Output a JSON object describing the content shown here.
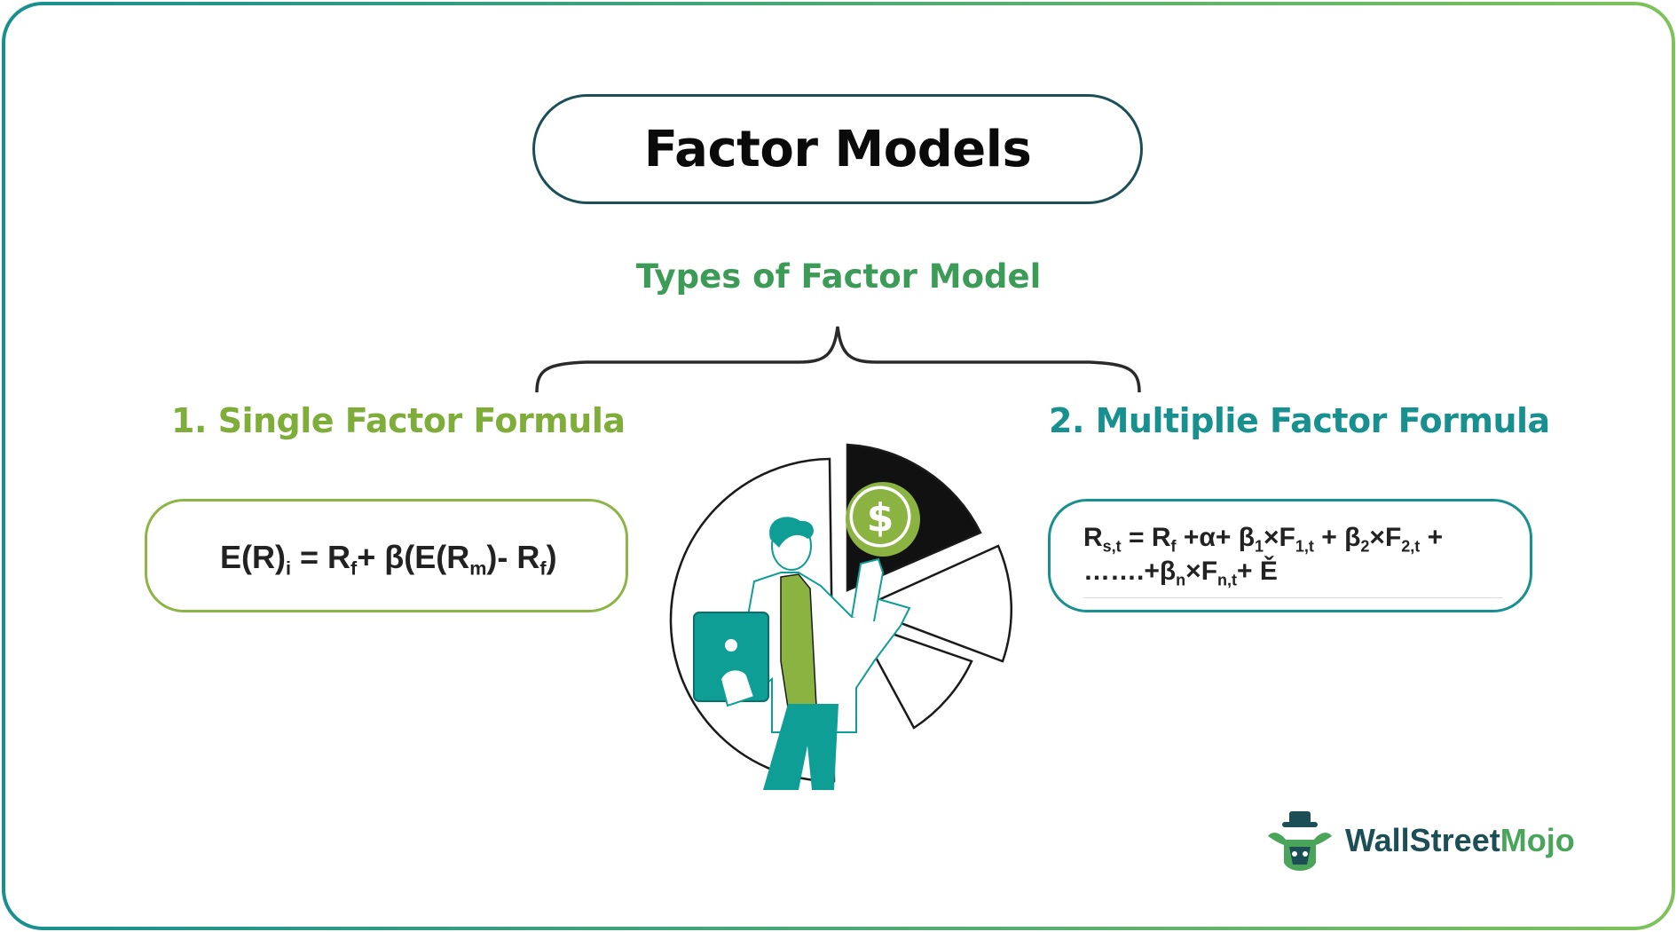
{
  "title": "Factor Models",
  "subtitle": "Types of Factor Model",
  "left": {
    "heading": "1. Single Factor Formula",
    "formula": {
      "p1": "E(R)",
      "s1": "i",
      "p2": " = R",
      "s2": "f",
      "p3": "+ β(E(R",
      "s3": "m",
      "p4": ")- R",
      "s4": "f",
      "p5": ")"
    }
  },
  "right": {
    "heading": "2. Multiplie Factor Formula",
    "formula": {
      "p1": "R",
      "s1": "s,t",
      "p2": "  = R",
      "s2": "f",
      "p3": " +α+ β",
      "s3": "1",
      "p4": "×F",
      "s4": "1,t",
      "p5": " + β",
      "s5": "2",
      "p6": "×F",
      "s6": "2,t",
      "p7": " +",
      "p8": "…….+β",
      "s8": "n",
      "p9": "×F",
      "s9": "n,t",
      "p10": "+ Ě"
    }
  },
  "logo": {
    "word1": "WallStreet",
    "word2": "Mojo"
  },
  "colors": {
    "border_gradient": [
      "#17908f",
      "#7ec35a"
    ],
    "title_border": "#1b4f55",
    "subtitle": "#3c9b57",
    "left_accent": "#7fad3a",
    "right_accent": "#17908f",
    "shirt_green": "#8ab341",
    "teal": "#0f9e96"
  },
  "icons": [
    "dollar-coin-icon",
    "tablet-icon",
    "pie-chart-icon",
    "wallstreetmojo-bull-logo-icon"
  ]
}
